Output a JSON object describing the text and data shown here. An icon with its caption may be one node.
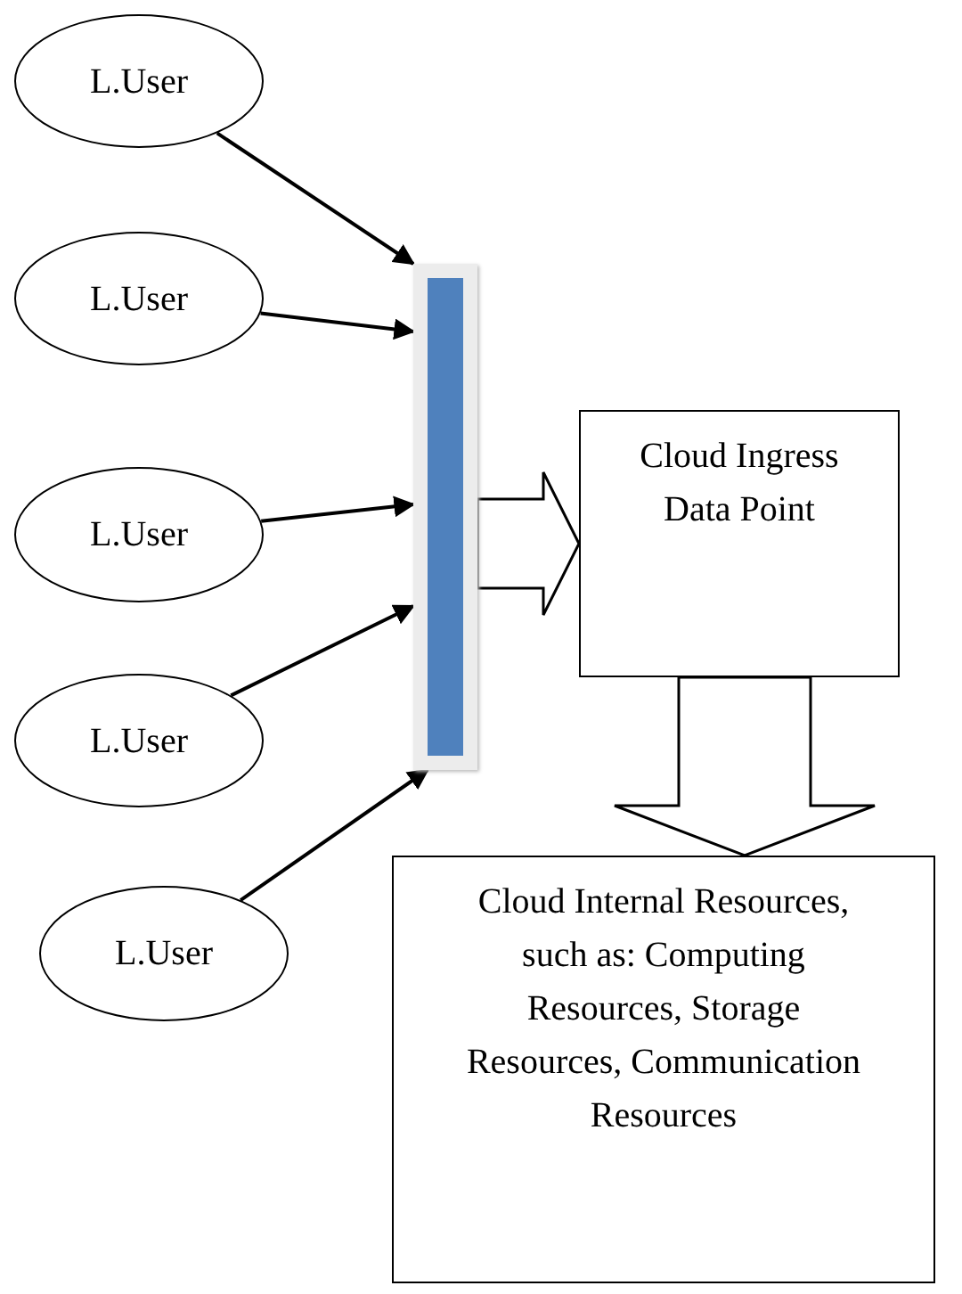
{
  "diagram": {
    "nodes": [
      {
        "text": [
          "L.User"
        ]
      },
      {
        "text": [
          "L.User"
        ]
      },
      {
        "text": [
          "L.User"
        ]
      },
      {
        "text": [
          "L.User"
        ]
      },
      {
        "text": [
          "L.User"
        ]
      },
      {
        "text": [],
        "shape": "bar"
      },
      {
        "text": [
          "Cloud Ingress Data Point"
        ]
      },
      {
        "text": [
          "Cloud Internal Resources, such as: Computing Resources, Storage Resources, Communication Resources"
        ]
      }
    ],
    "edges": [
      {
        "from": 0,
        "to": 5,
        "arrow": "to"
      },
      {
        "from": 1,
        "to": 5,
        "arrow": "to"
      },
      {
        "from": 2,
        "to": 5,
        "arrow": "to"
      },
      {
        "from": 3,
        "to": 5,
        "arrow": "to"
      },
      {
        "from": 4,
        "to": 5,
        "arrow": "to"
      },
      {
        "from": 5,
        "to": 6,
        "arrow": "to",
        "style": "thick"
      },
      {
        "from": 6,
        "to": 7,
        "arrow": "to",
        "style": "thick"
      }
    ]
  }
}
